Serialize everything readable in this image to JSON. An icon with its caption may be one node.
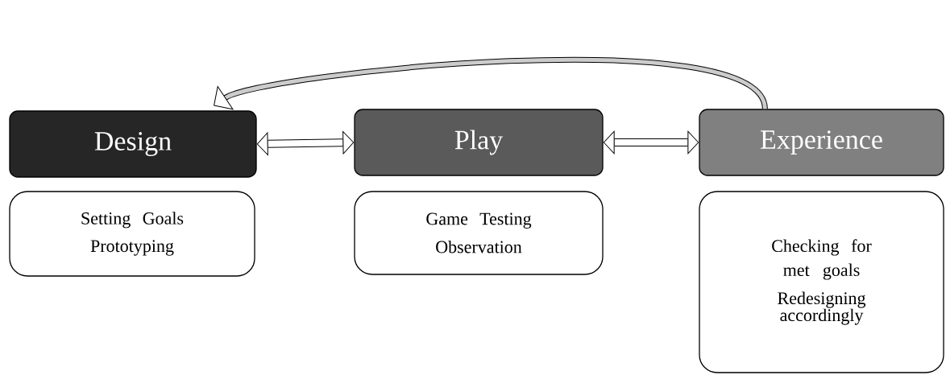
{
  "diagram": {
    "nodes": [
      {
        "text": [
          "Design"
        ]
      },
      {
        "text": [
          "Setting Goals",
          "Prototyping"
        ]
      },
      {
        "text": [
          "Play"
        ]
      },
      {
        "text": [
          "Game Testing",
          "Observation"
        ]
      },
      {
        "text": [
          "Experience"
        ]
      },
      {
        "text": [
          "Checking for met goals",
          "Redesigning accordingly"
        ]
      }
    ],
    "edges": [
      {
        "from": 0,
        "to": 2,
        "arrow": "both"
      },
      {
        "from": 2,
        "to": 4,
        "arrow": "both"
      },
      {
        "from": 4,
        "to": 0,
        "arrow": "to"
      }
    ]
  }
}
